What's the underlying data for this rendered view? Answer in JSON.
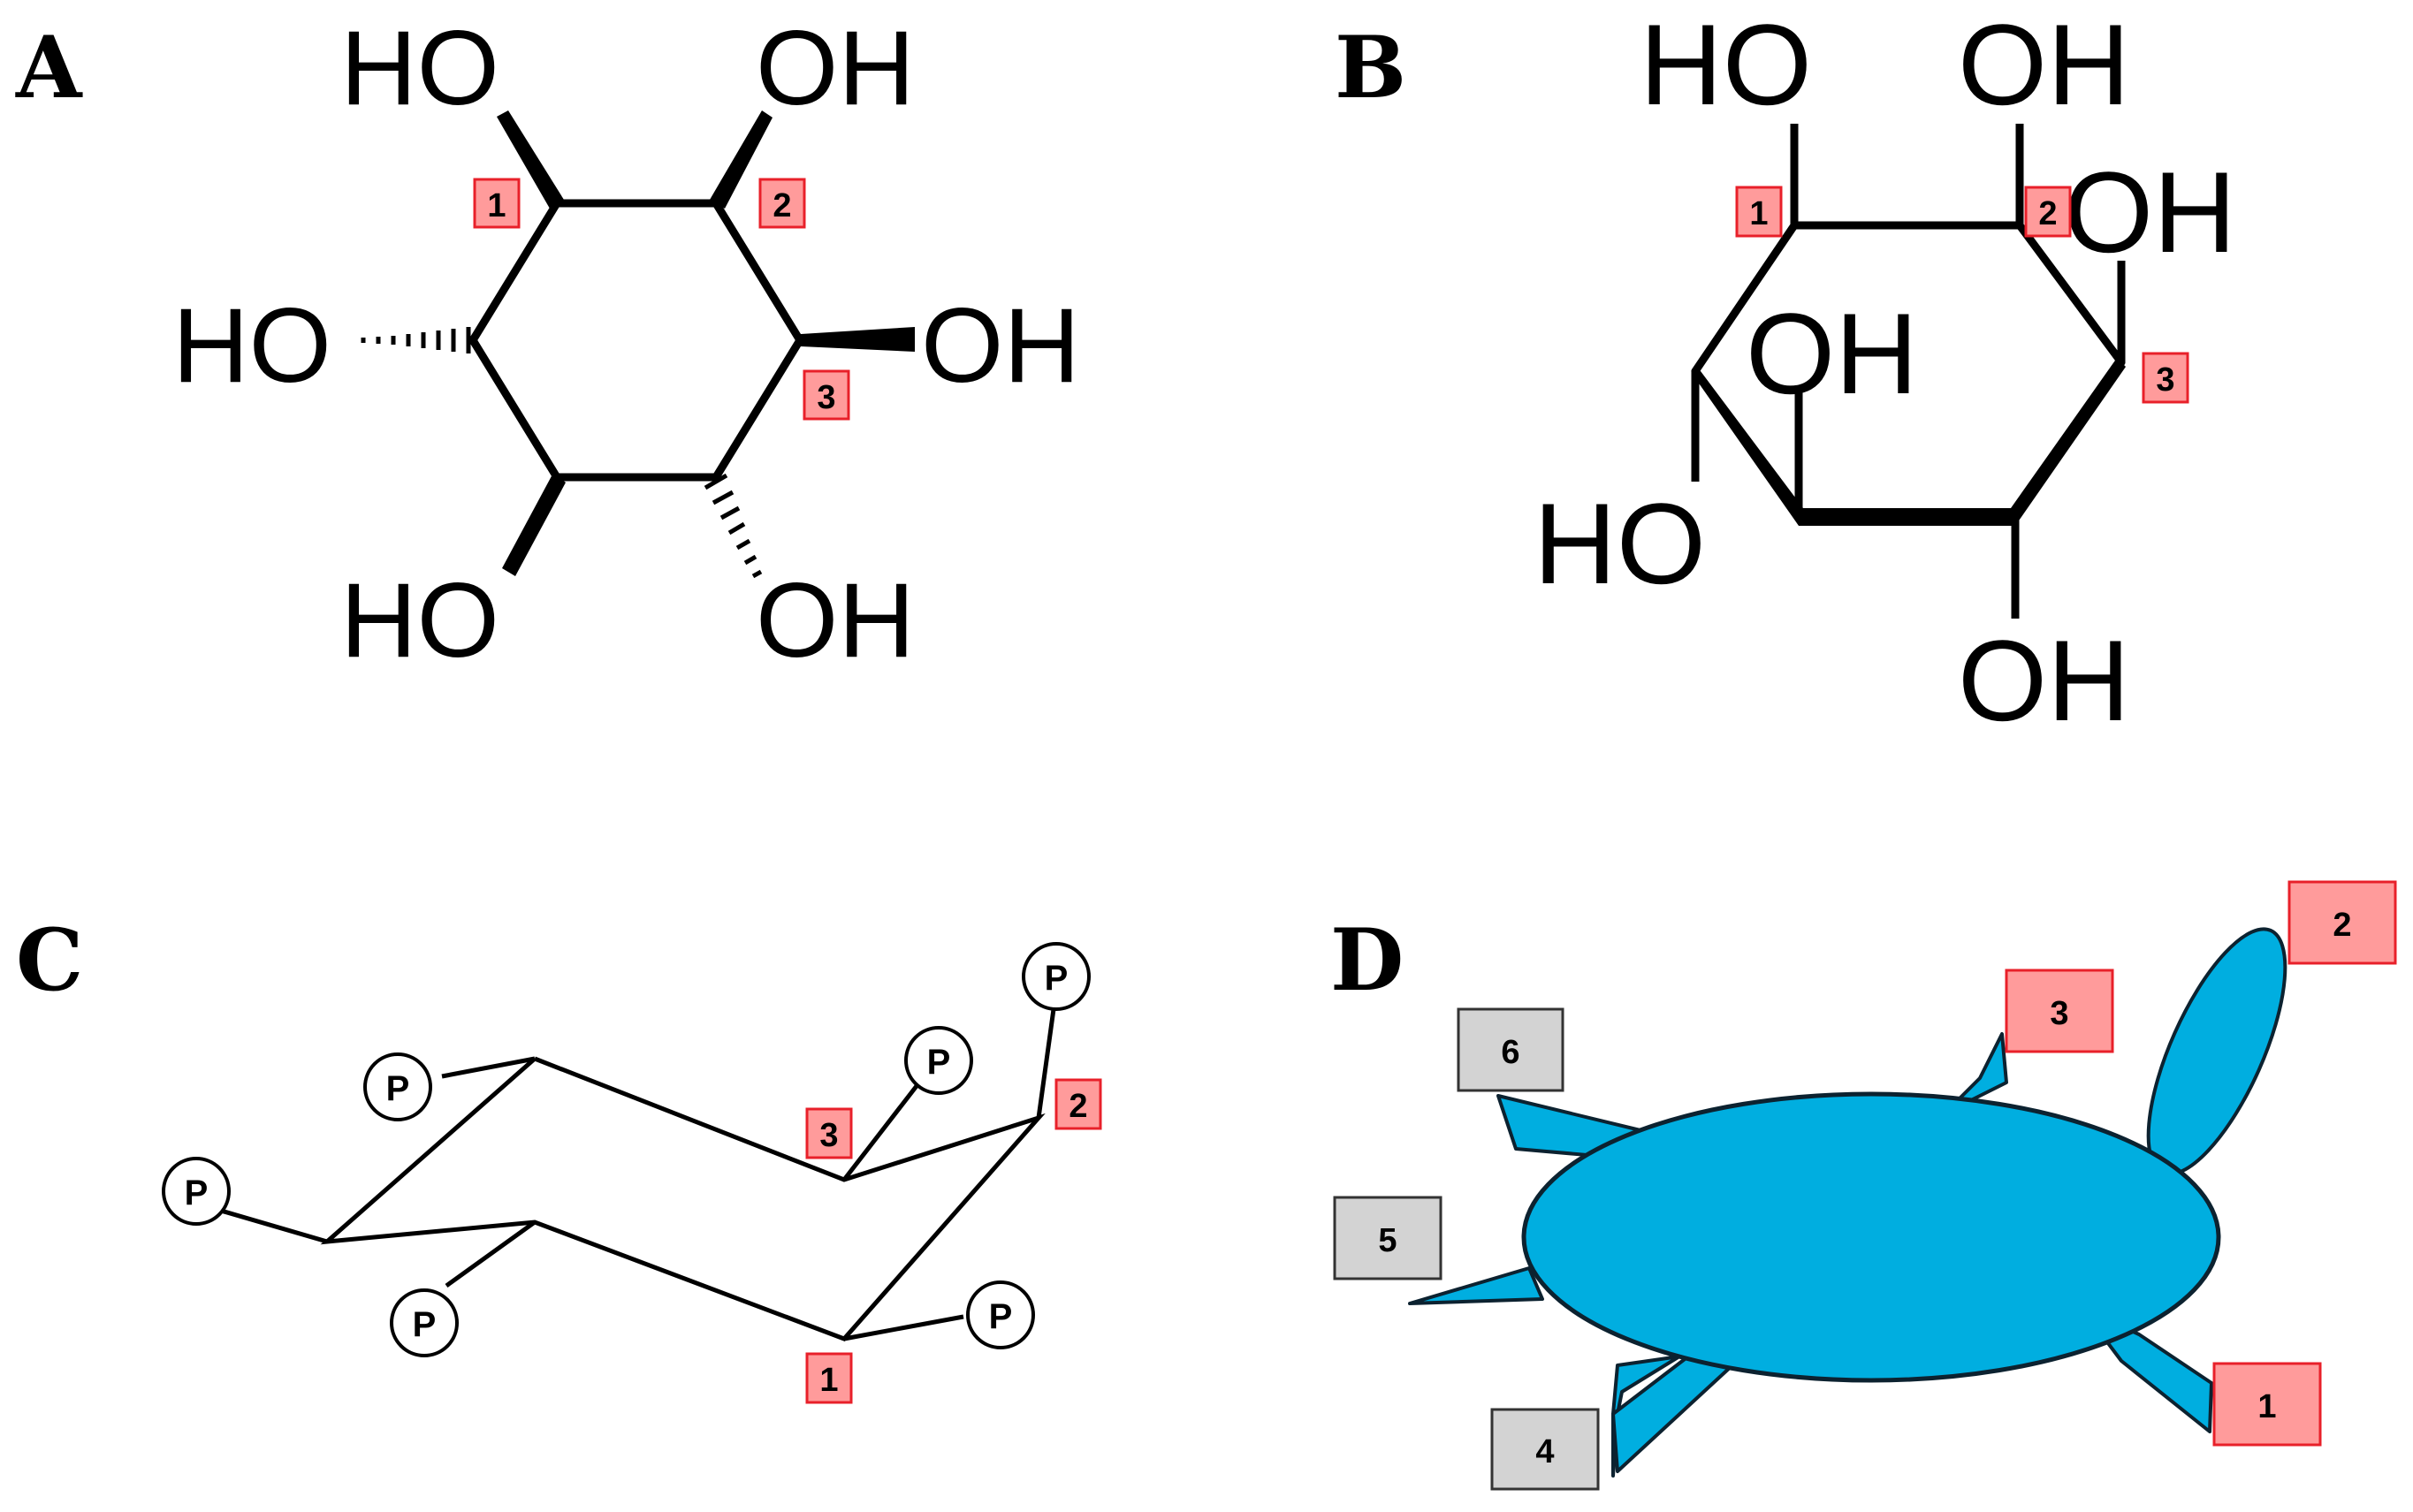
{
  "panels": {
    "A": {
      "letter": "A",
      "groups": [
        "HO",
        "OH",
        "HO",
        "OH",
        "HO",
        "OH"
      ],
      "badges": [
        "1",
        "2",
        "3"
      ]
    },
    "B": {
      "letter": "B",
      "groups": [
        "HO",
        "OH",
        "OH",
        "OH",
        "HO",
        "OH"
      ],
      "badges": [
        "1",
        "2",
        "3"
      ]
    },
    "C": {
      "letter": "C",
      "phosphate_label": "P",
      "badges": [
        "3",
        "2",
        "1"
      ]
    },
    "D": {
      "letter": "D",
      "badges": [
        "1",
        "2",
        "3",
        "4",
        "5",
        "6"
      ]
    }
  },
  "colors": {
    "badge_red_fill": "#ff9b9b",
    "badge_red_border": "#e8202a",
    "badge_gray_fill": "#d3d3d3",
    "badge_gray_border": "#333333",
    "turtle_fill": "#00aee0",
    "outline": "#0c2230"
  }
}
